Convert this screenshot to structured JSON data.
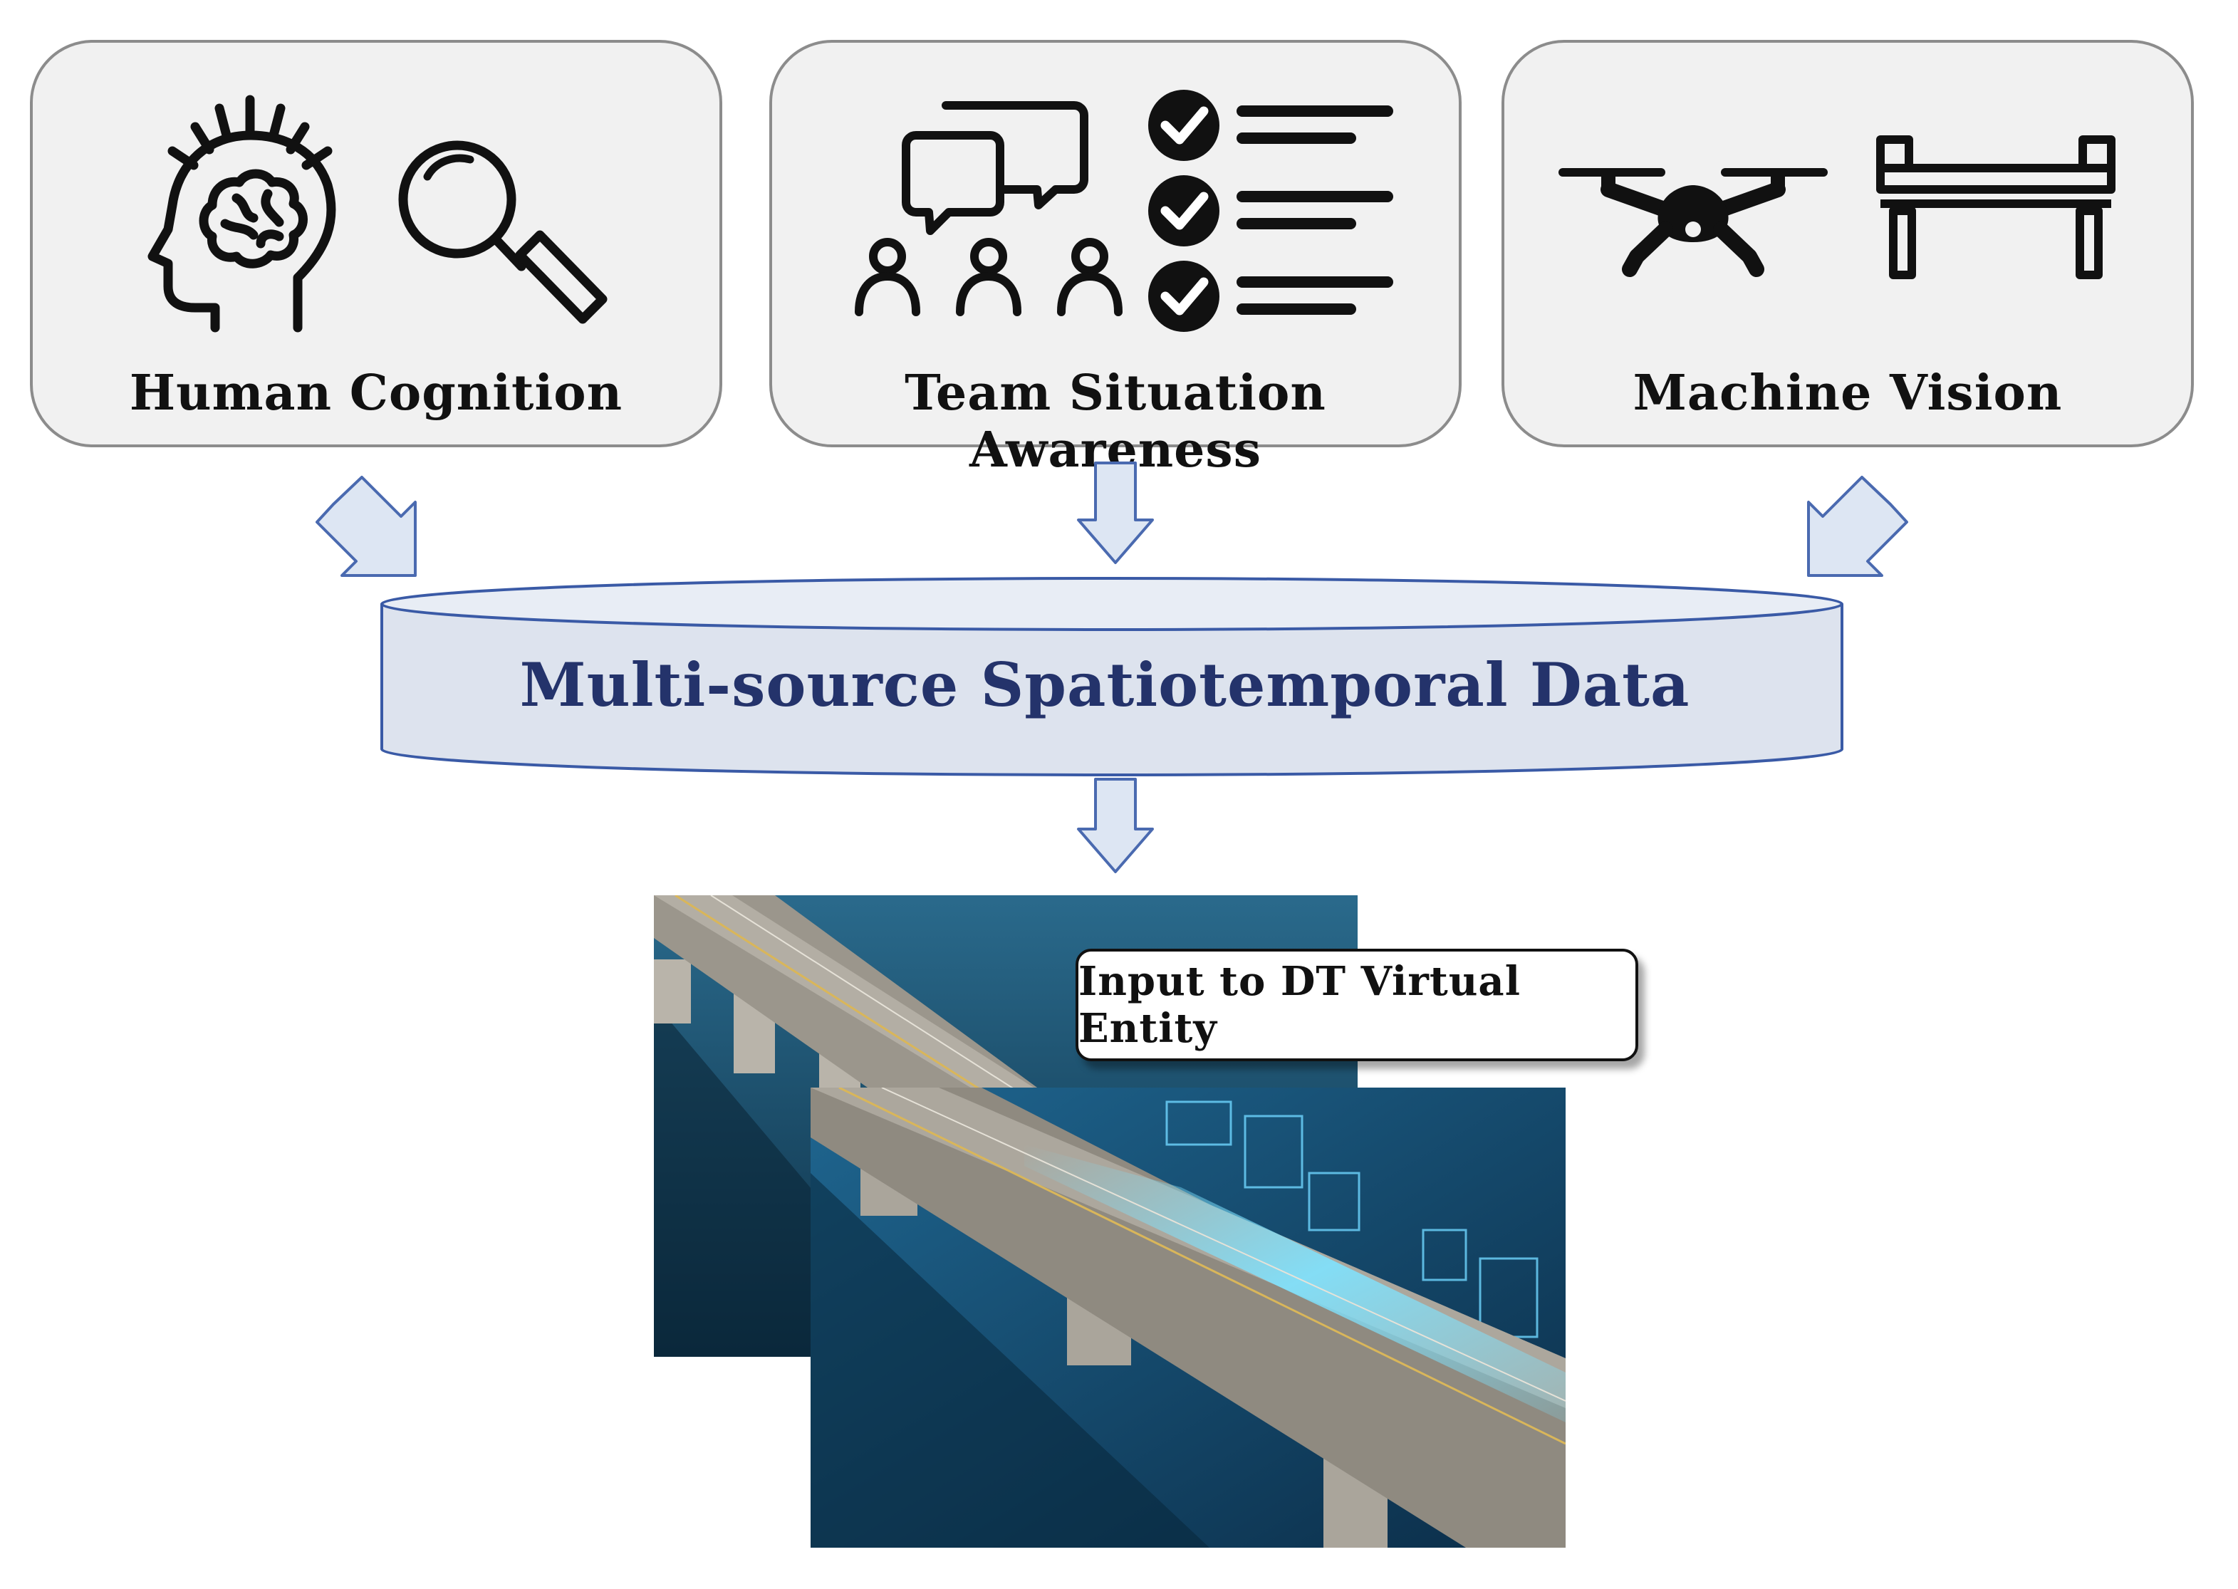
{
  "sources": [
    {
      "id": "human",
      "label": "Human Cognition",
      "icons": [
        "brain-head-icon",
        "magnifier-icon"
      ]
    },
    {
      "id": "team",
      "label": "Team Situation Awareness",
      "icons": [
        "team-discussion-icon",
        "checklist-icon"
      ]
    },
    {
      "id": "machine",
      "label": "Machine Vision",
      "icons": [
        "drone-icon",
        "bridge-icon"
      ]
    }
  ],
  "database": {
    "label": "Multi-source Spatiotemporal Data",
    "icon": "database-cylinder"
  },
  "output": {
    "label": "Input to DT Virtual Entity",
    "images": [
      "bridge-photo",
      "digital-twin-bridge-photo"
    ]
  },
  "colors": {
    "card_fill": "#f1f1f1",
    "card_border": "#8c8c8c",
    "arrow_fill": "#dde6f3",
    "arrow_stroke": "#4a6ab0",
    "db_fill": "#dde3ee",
    "db_stroke": "#3a5aa6",
    "db_text": "#24336b"
  }
}
